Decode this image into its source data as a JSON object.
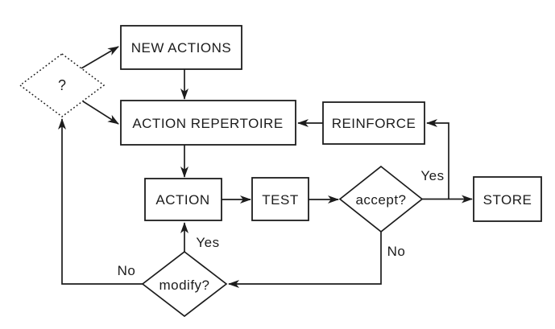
{
  "diagram": {
    "background": "#ffffff",
    "line_color": "#1c1c1c",
    "nodes": {
      "unknown": {
        "label": "?",
        "shape": "diamond-dotted"
      },
      "new_actions": {
        "label": "NEW ACTIONS",
        "shape": "box"
      },
      "action_repertoire": {
        "label": "ACTION REPERTOIRE",
        "shape": "box"
      },
      "reinforce": {
        "label": "REINFORCE",
        "shape": "box"
      },
      "action": {
        "label": "ACTION",
        "shape": "box"
      },
      "test": {
        "label": "TEST",
        "shape": "box"
      },
      "accept": {
        "label": "accept?",
        "shape": "diamond"
      },
      "store": {
        "label": "STORE",
        "shape": "box"
      },
      "modify": {
        "label": "modify?",
        "shape": "diamond"
      }
    },
    "edge_labels": {
      "accept_yes": "Yes",
      "accept_no": "No",
      "modify_yes": "Yes",
      "modify_no": "No"
    }
  }
}
